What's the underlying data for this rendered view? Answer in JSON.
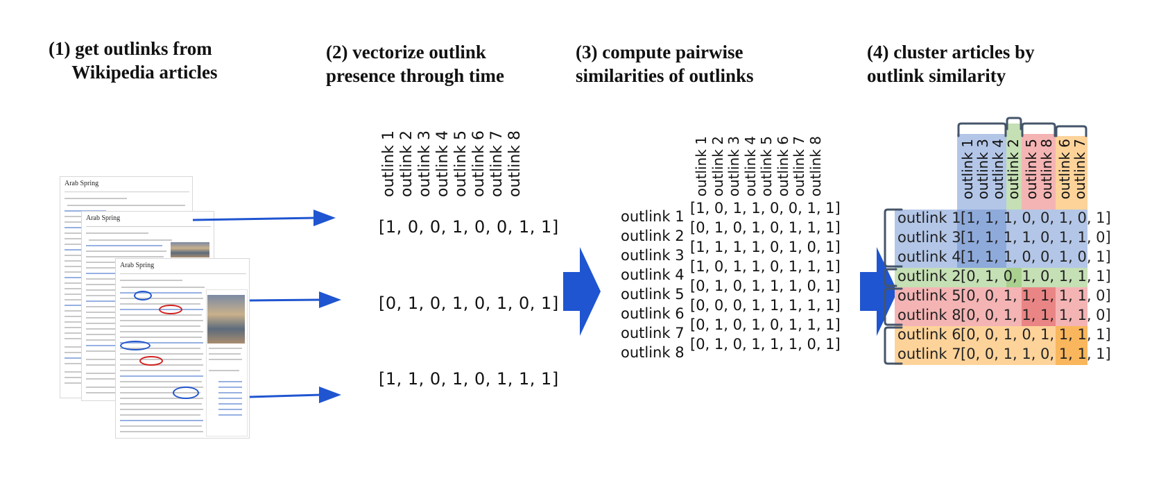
{
  "steps": [
    {
      "title": "(1) get outlinks from\n     Wikipedia articles"
    },
    {
      "title": "(2) vectorize outlink\npresence through time"
    },
    {
      "title": "(3) compute pairwise\nsimilarities of outlinks"
    },
    {
      "title": "(4) cluster articles by\noutlink similarity"
    }
  ],
  "wiki": {
    "page_title": "Arab Spring",
    "subtitle": "From Wikipedia, the free encyclopedia"
  },
  "vectorize": {
    "column_labels": [
      "outlink 1",
      "outlink 2",
      "outlink 3",
      "outlink 4",
      "outlink 5",
      "outlink 6",
      "outlink 7",
      "outlink 8"
    ],
    "vectors": [
      "[1, 0, 0, 1, 0, 0, 1, 1]",
      "[0, 1, 0, 1, 0, 1, 0, 1]",
      "[1, 1, 0, 1, 0, 1, 1, 1]"
    ]
  },
  "similarity": {
    "column_labels": [
      "outlink 1",
      "outlink 2",
      "outlink 3",
      "outlink 4",
      "outlink 5",
      "outlink 6",
      "outlink 7",
      "outlink 8"
    ],
    "row_labels": [
      "outlink 1",
      "outlink 2",
      "outlink 3",
      "outlink 4",
      "outlink 5",
      "outlink 6",
      "outlink 7",
      "outlink 8"
    ],
    "rows": [
      "[1, 0, 1, 1, 0, 0, 1, 1]",
      "[0, 1, 0, 1, 0, 1, 1, 1]",
      "[1, 1, 1, 1, 0, 1, 0, 1]",
      "[1, 0, 1, 1, 0, 1, 1, 1]",
      "[0, 1, 0, 1, 1, 1, 0, 1]",
      "[0, 0, 0, 1, 1, 1, 1, 1]",
      "[0, 1, 0, 1, 0, 1, 1, 1]",
      "[0, 1, 0, 1, 1, 1, 0, 1]"
    ]
  },
  "cluster": {
    "column_labels": [
      "outlink 1",
      "outlink 3",
      "outlink 4",
      "outlink 2",
      "outlink 5",
      "outlink 8",
      "outlink 6",
      "outlink 7"
    ],
    "rows": [
      {
        "label": "outlink 1",
        "values": "[1, 1, 1, 0, 0, 1, 0, 1]"
      },
      {
        "label": "outlink 3",
        "values": "[1, 1, 1, 1, 0, 1, 1, 0]"
      },
      {
        "label": "outlink 4",
        "values": "[1, 1, 1, 0, 0, 1, 0, 1]"
      },
      {
        "label": "outlink 2",
        "values": "[0, 1, 0, 1, 0, 1, 1, 1]"
      },
      {
        "label": "outlink 5",
        "values": "[0, 0, 1, 1, 1, 1, 1, 0]"
      },
      {
        "label": "outlink 8",
        "values": "[0, 0, 1, 1, 1, 1, 1, 0]"
      },
      {
        "label": "outlink 6",
        "values": "[0, 0, 1, 0, 1, 1, 1, 1]"
      },
      {
        "label": "outlink 7",
        "values": "[0, 0, 1, 1, 0, 1, 1, 1]"
      }
    ],
    "colors": {
      "blue": "#b3c6e7",
      "green": "#c5e0b4",
      "red": "#f4b4b4",
      "orange": "#fdd39a",
      "blue_dark": "#8eaadb",
      "green_dark": "#a9d08e",
      "red_dark": "#ea8585",
      "orange_dark": "#f9b65c",
      "bracket": "#44546a"
    }
  },
  "colors": {
    "arrow": "#1f55d0"
  }
}
